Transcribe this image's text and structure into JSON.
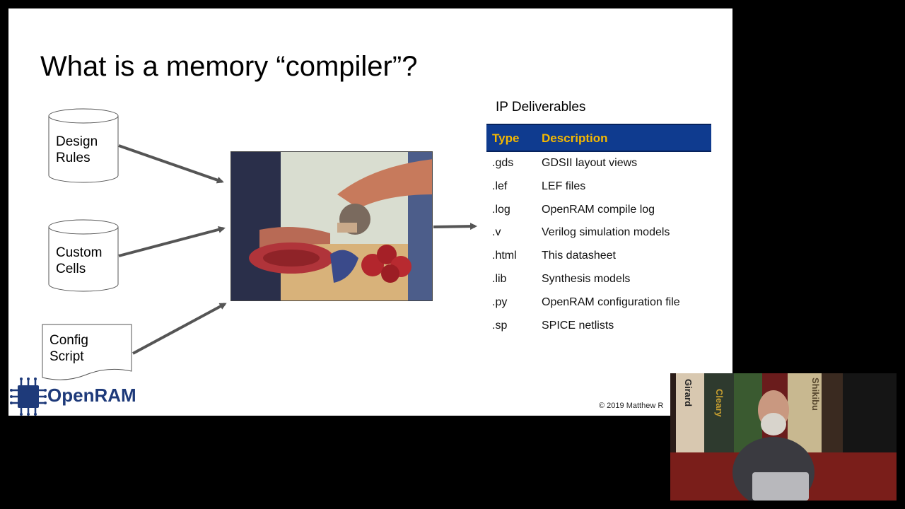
{
  "slide": {
    "title": "What is a memory “compiler”?",
    "inputs": [
      {
        "line1": "Design",
        "line2": "Rules"
      },
      {
        "line1": "Custom",
        "line2": "Cells"
      },
      {
        "line1": "Config",
        "line2": "Script"
      }
    ],
    "deliverables_title": "IP Deliverables",
    "table": {
      "headers": [
        "Type",
        "Description"
      ],
      "rows": [
        [
          ".gds",
          "GDSII layout views"
        ],
        [
          ".lef",
          "LEF files"
        ],
        [
          ".log",
          "OpenRAM compile log"
        ],
        [
          ".v",
          "Verilog simulation models"
        ],
        [
          ".html",
          "This datasheet"
        ],
        [
          ".lib",
          "Synthesis models"
        ],
        [
          ".py",
          "OpenRAM configuration file"
        ],
        [
          ".sp",
          "SPICE netlists"
        ]
      ]
    },
    "logo_text": "OpenRAM",
    "copyright": "© 2019 Matthew R"
  },
  "webcam": {
    "book_spines": [
      "Girard",
      "Cleary",
      "Shikibu"
    ]
  },
  "colors": {
    "table_header_bg": "#0f3b8f",
    "table_header_text": "#f5b800",
    "logo_blue": "#1e3a7a"
  }
}
